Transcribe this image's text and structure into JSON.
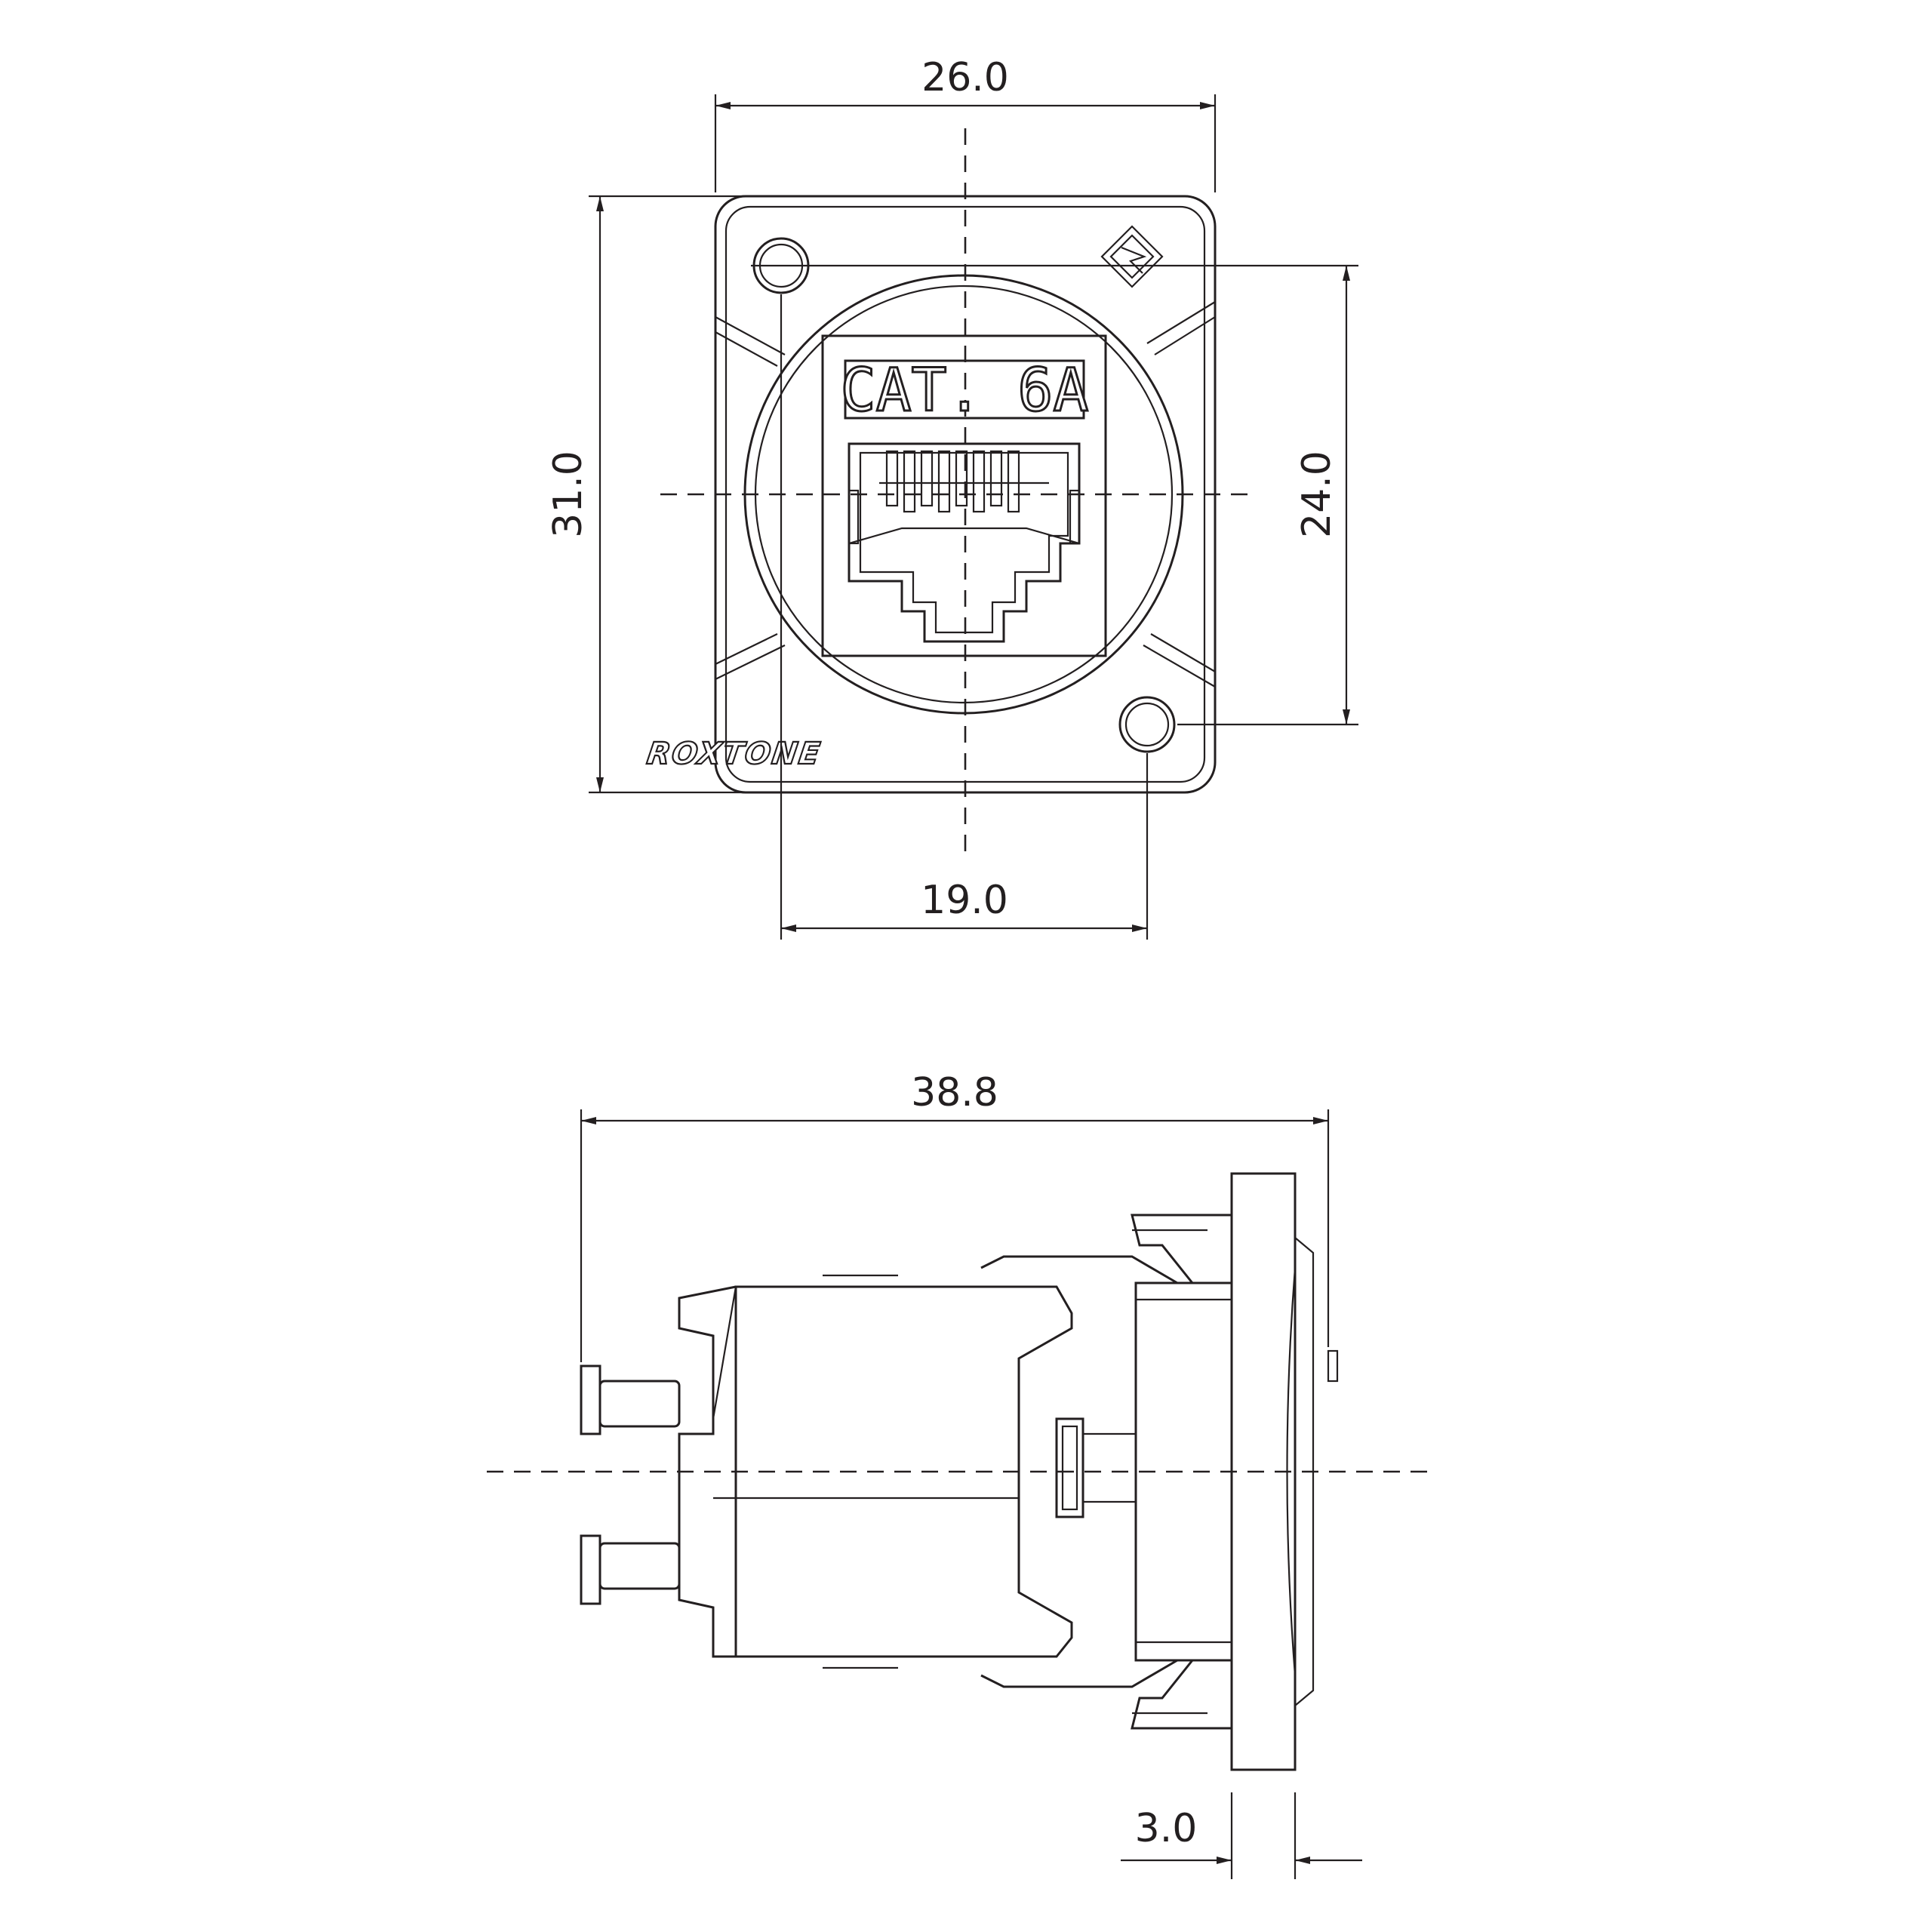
{
  "front_view": {
    "dimensions": {
      "width": "26.0",
      "height": "31.0",
      "hole_vertical": "24.0",
      "hole_horizontal": "19.0"
    },
    "label": "CAT. 6A",
    "brand": "ROXTONE"
  },
  "side_view": {
    "dimensions": {
      "overall_length": "38.8",
      "flange_thickness": "3.0"
    }
  },
  "colors": {
    "line": "#231f20",
    "background": "#ffffff"
  }
}
